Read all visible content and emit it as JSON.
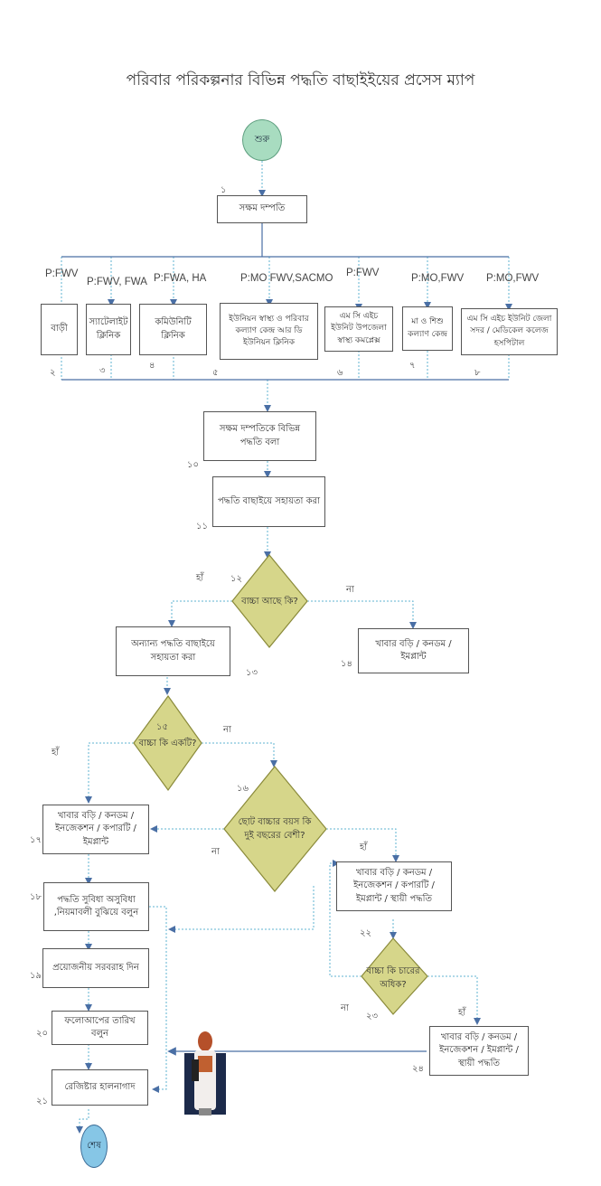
{
  "title": "পরিবার পরিকল্পনার বিভিন্ন পদ্ধতি বাছাইইয়ের প্রসেস ম্যাপ",
  "start": {
    "label": "শুরু"
  },
  "end": {
    "label": "শেষ"
  },
  "step1": {
    "number": "১",
    "label": "সক্ষম দম্পতি"
  },
  "locations": [
    {
      "role": "P:FWV",
      "label": "বাড়ী",
      "number": "২"
    },
    {
      "role": "P:FWV, FWA",
      "label": "স্যাটেলাইট ক্লিনিক",
      "number": "৩"
    },
    {
      "role": "P:FWA, HA",
      "label": "কমিউনিটি ক্লিনিক",
      "number": "৪"
    },
    {
      "role": "P:MO FWV,SACMO",
      "label": "ইউনিয়ন স্বাস্থ্য ও পরিবার কল্যাণ কেন্দ্র আর ডি ইউনিয়ন ক্লিনিক",
      "number": "৫"
    },
    {
      "role": "P:FWV",
      "label": "এম সি এইচ ইউনিট উপজেলা স্বাস্থ্য কমপ্লেক্স",
      "number": "৬"
    },
    {
      "role": "P:MO,FWV",
      "label": "মা ও শিশু কল্যাণ কেন্দ্র",
      "number": "৭"
    },
    {
      "role": "P:MO,FWV",
      "label": "এম সি এইচ ইউনিট জেলা সদর / মেডিকেল কলেজ হসপিটাল",
      "number": "৮"
    }
  ],
  "step10": {
    "number": "১০",
    "label": "সক্ষম দম্পতিকে বিভিন্ন পদ্ধতি বলা"
  },
  "step11": {
    "number": "১১",
    "label": "পদ্ধতি বাছাইয়ে সহায়তা করা"
  },
  "decision12": {
    "number": "১২",
    "label": "বাচ্চা আছে কি?",
    "yes": "হাঁ",
    "no": "না"
  },
  "step13": {
    "number": "১৩",
    "label": "অন্যান্য পদ্ধতি বাছাইয়ে সহায়তা করা"
  },
  "step14": {
    "number": "১৪",
    "label": "খাবার বড়ি / কনডম / ইমপ্লান্ট"
  },
  "decision15": {
    "number": "১৫",
    "label": "বাচ্চা কি একটি?",
    "yes": "হাঁ",
    "no": "না"
  },
  "decision16": {
    "number": "১৬",
    "label": "ছোট বাচ্চার বয়স কি দুই বছরের বেশী?",
    "yes": "হাঁ",
    "no": "না"
  },
  "step17": {
    "number": "১৭",
    "label": "খাবার বড়ি / কনডম / ইনজেকশন / কপারটি / ইমপ্লান্ট"
  },
  "step18": {
    "number": "১৮",
    "label": "পদ্ধতি সুবিধা অসুবিধা ,নিয়মাবলী বুঝিয়ে বলুন"
  },
  "step19": {
    "number": "১৯",
    "label": "প্রয়োজনীয় সরবরাহ দিন"
  },
  "step20": {
    "number": "২০",
    "label": "ফলোআপের তারিখ বলুন"
  },
  "step21": {
    "number": "২১",
    "label": "রেজিষ্টার হালনাগাদ"
  },
  "step22": {
    "number": "২২",
    "label": "খাবার বড়ি / কনডম / ইনজেকশন / কপারটি / ইমপ্লান্ট / স্থায়ী পদ্ধতি"
  },
  "decision23": {
    "number": "২৩",
    "label": "বাচ্চা কি চারের অধিক?",
    "yes": "হাঁ",
    "no": "না"
  },
  "step24": {
    "number": "২৪",
    "label": "খাবার বড়ি / কনডম / ইনজেকশন / ইমপ্লান্ট / স্থায়ী পদ্ধতি"
  },
  "illustration": {
    "icon": "doctor-icon"
  },
  "colors": {
    "line": "#4a6fa5",
    "dotted": "#5fb3d0",
    "diamond_fill": "#d6d68a",
    "diamond_stroke": "#8a8a3a",
    "start_fill": "#a8dcc0",
    "end_fill": "#86c6e6"
  }
}
